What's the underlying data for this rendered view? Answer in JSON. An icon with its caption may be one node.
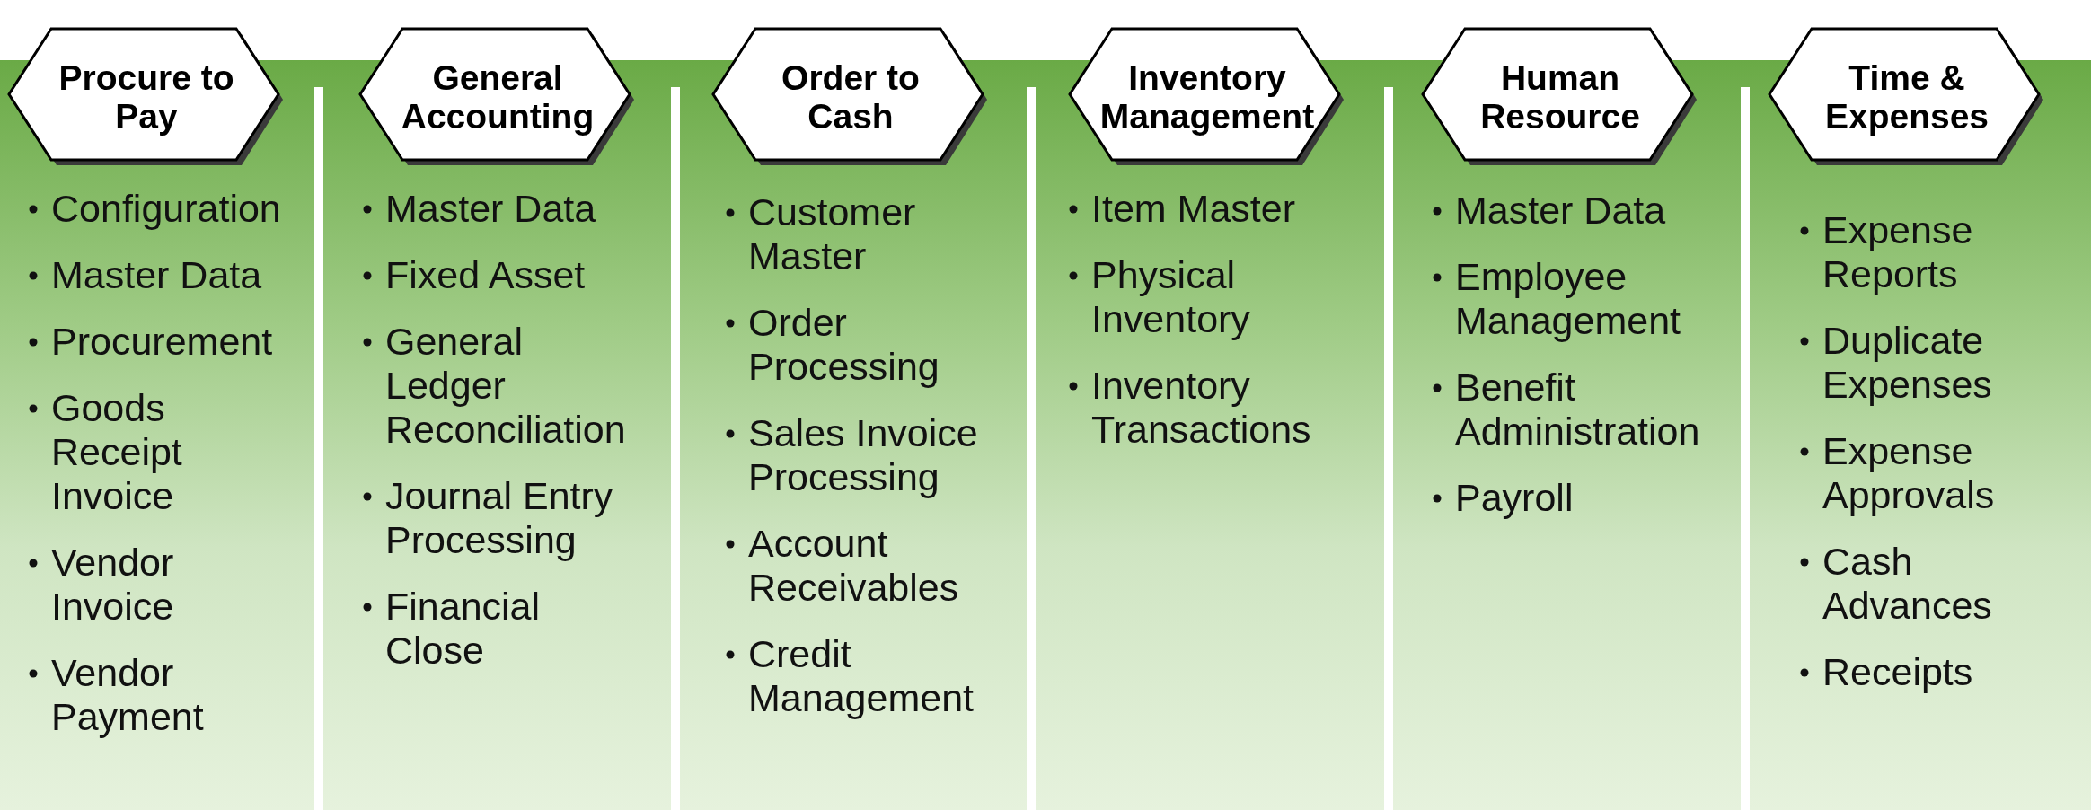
{
  "diagram": {
    "nodes": [
      {
        "text": [
          "Procure to Pay"
        ]
      },
      {
        "text": [
          "Configuration",
          "Master Data",
          "Procurement",
          "Goods Receipt Invoice",
          "Vendor Invoice",
          "Vendor Payment"
        ]
      },
      {
        "text": [
          "General Accounting"
        ]
      },
      {
        "text": [
          "Master Data",
          "Fixed Asset",
          "General Ledger Reconciliation",
          "Journal Entry Processing",
          "Financial Close"
        ]
      },
      {
        "text": [
          "Order to Cash"
        ]
      },
      {
        "text": [
          "Customer Master",
          "Order Processing",
          "Sales Invoice Processing",
          "Account Receivables",
          "Credit Management"
        ]
      },
      {
        "text": [
          "Inventory Management"
        ]
      },
      {
        "text": [
          "Item Master",
          "Physical Inventory",
          "Inventory Transactions"
        ]
      },
      {
        "text": [
          "Human Resource"
        ]
      },
      {
        "text": [
          "Master Data",
          "Employee Management",
          "Benefit Administration",
          "Payroll"
        ]
      },
      {
        "text": [
          "Time & Expenses"
        ]
      },
      {
        "text": [
          "Expense Reports",
          "Duplicate Expenses",
          "Expense Approvals",
          "Cash Advances",
          "Receipts"
        ]
      }
    ]
  }
}
